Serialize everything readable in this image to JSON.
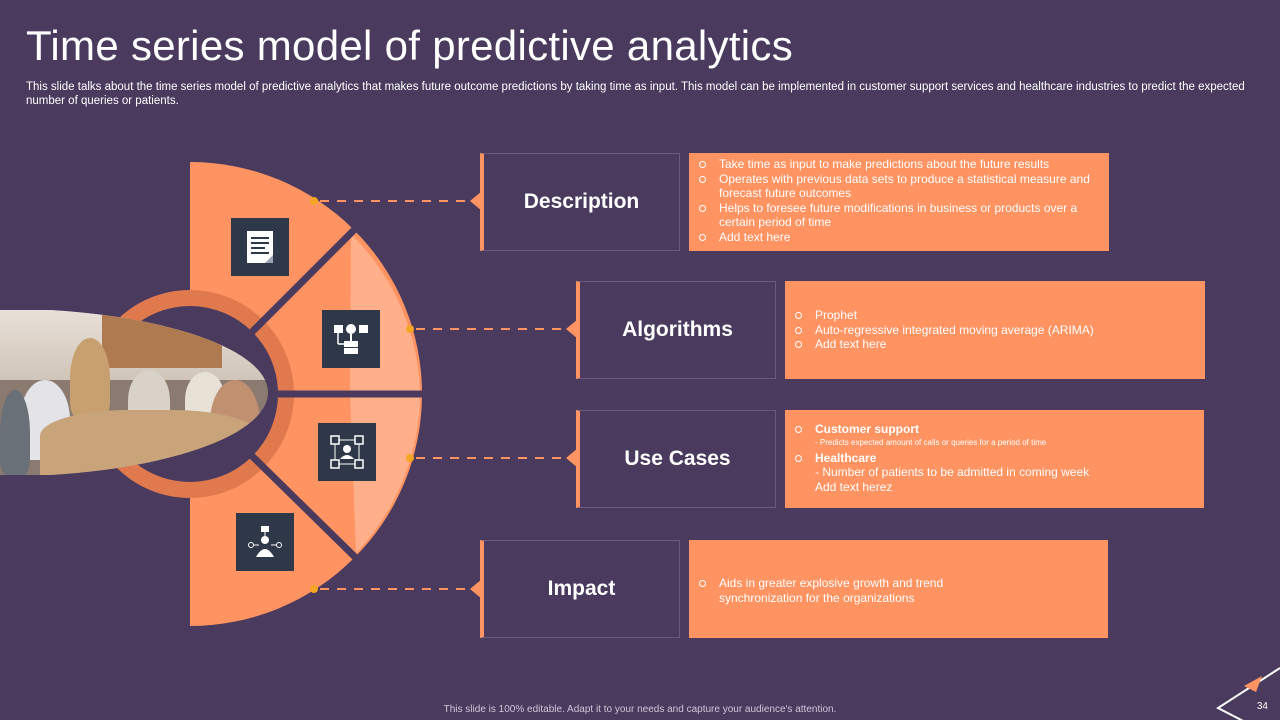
{
  "title": "Time series model of predictive analytics",
  "subtitle": "This slide talks about the time series model of predictive analytics that makes future outcome predictions by taking time as input. This model can be implemented in customer support services and healthcare industries to predict the expected number of queries or patients.",
  "colors": {
    "background": "#4a3a5e",
    "accent": "#ff9361",
    "icon_bg": "#2f3848"
  },
  "sections": [
    {
      "label": "Description",
      "icon": "document-icon",
      "points": [
        "Take time as input to  make predictions about the future results",
        "Operates with previous data sets to produce a statistical measure and forecast future outcomes",
        "Helps to foresee future modifications in business or products over a certain period of time",
        "Add text here"
      ]
    },
    {
      "label": "Algorithms",
      "icon": "flowchart-icon",
      "points": [
        "Prophet",
        "Auto-regressive integrated moving average (ARIMA)",
        "Add text here"
      ]
    },
    {
      "label": "Use Cases",
      "icon": "network-user-icon",
      "items": [
        {
          "heading": "Customer support",
          "detail": "- Predicts expected amount of calls or queries for a period of time"
        },
        {
          "heading": "Healthcare",
          "detail": "- Number of patients to be admitted in coming week",
          "extra": "Add text herez"
        }
      ]
    },
    {
      "label": "Impact",
      "icon": "connected-person-icon",
      "points": [
        "Aids in greater explosive growth and trend synchronization for the organizations"
      ]
    }
  ],
  "footer": "This slide is 100% editable.  Adapt it to your needs and capture your audience's attention.",
  "page_number": "34"
}
